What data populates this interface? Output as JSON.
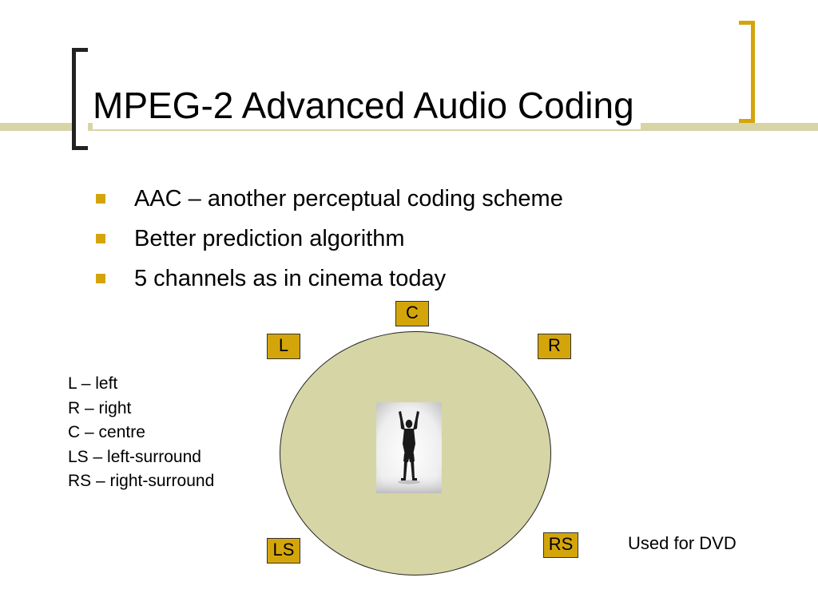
{
  "slide": {
    "title": "MPEG-2 Advanced Audio Coding",
    "bullets": [
      "AAC – another perceptual coding scheme",
      "Better prediction algorithm",
      "5 channels as in cinema today"
    ],
    "legend": [
      "L – left",
      "R – right",
      "C – centre",
      "LS – left-surround",
      "RS – right-surround"
    ],
    "speakers": {
      "c": "C",
      "l": "L",
      "r": "R",
      "ls": "LS",
      "rs": "RS"
    },
    "note": "Used for DVD",
    "colors": {
      "accent": "#d4a50b",
      "band": "#d7d5a6",
      "circle": "#d6d5a5"
    },
    "icons": {
      "bullet": "square-bullet-icon",
      "listener": "person-arms-raised-image"
    }
  }
}
